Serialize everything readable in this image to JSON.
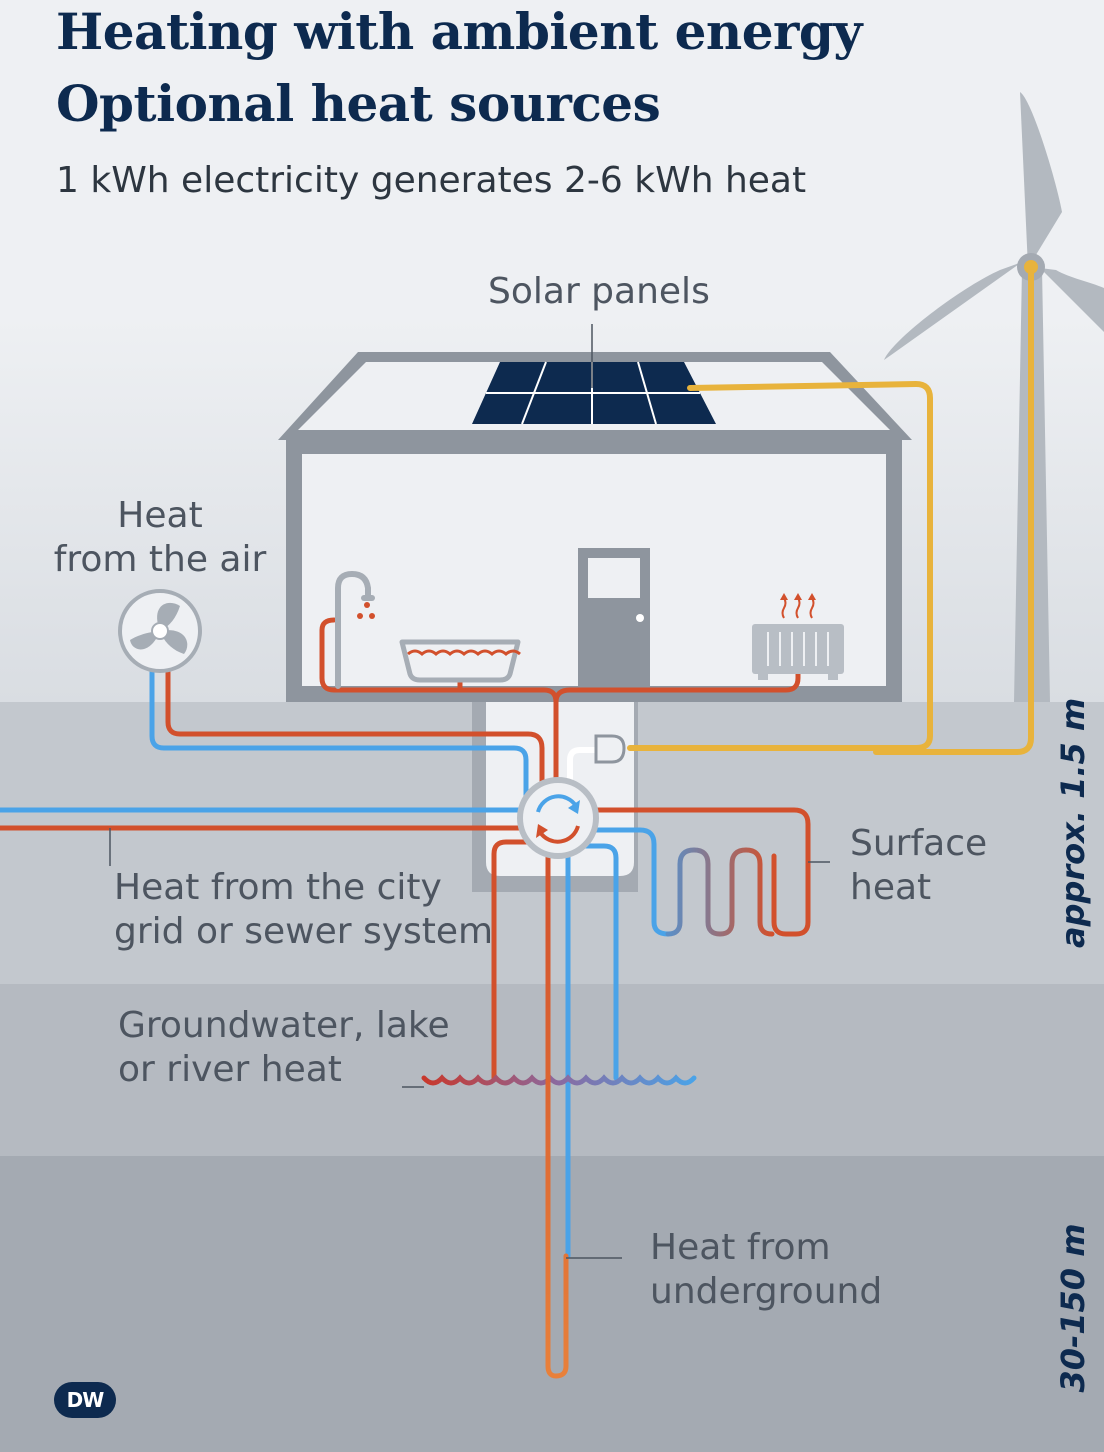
{
  "header": {
    "title_line1": "Heating with ambient energy",
    "title_line2": "Optional heat sources",
    "subtitle": "1 kWh electricity generates 2-6 kWh heat"
  },
  "labels": {
    "solar": "Solar panels",
    "air_line1": "Heat",
    "air_line2": "from the air",
    "city_line1": "Heat from the city",
    "city_line2": "grid or sewer system",
    "surface_line1": "Surface",
    "surface_line2": "heat",
    "groundwater_line1": "Groundwater, lake",
    "groundwater_line2": "or river heat",
    "underground_line1": "Heat from",
    "underground_line2": "underground"
  },
  "depths": {
    "shallow": "approx. 1.5 m",
    "deep": "30-150 m"
  },
  "logo": "DW",
  "colors": {
    "title": "#0d2a4f",
    "hot_pipe": "#d2502c",
    "cold_pipe": "#4aa3e8",
    "power_line": "#e8b33c",
    "solar_panel": "#0d2a4f",
    "house_frame": "#8e959e"
  }
}
